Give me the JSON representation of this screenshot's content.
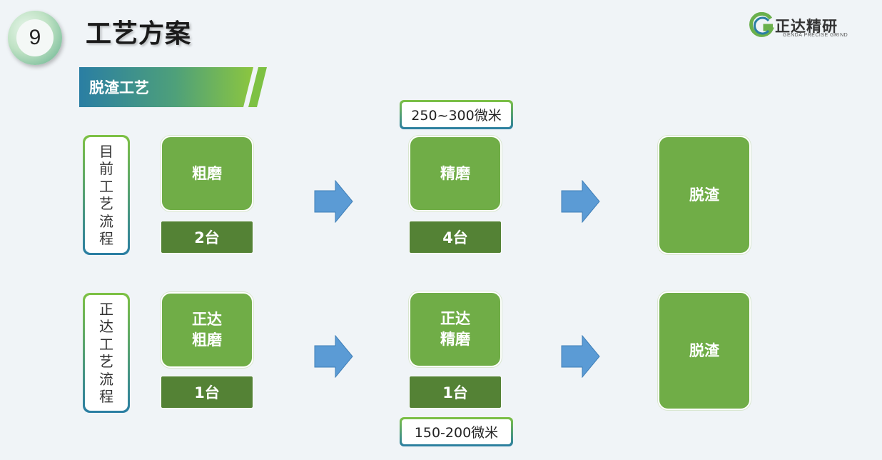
{
  "slide": {
    "number": "9",
    "title": "工艺方案"
  },
  "logo": {
    "name": "正达精研",
    "subtitle": "GENDA PRECISE GRIND",
    "colors": {
      "green": "#6ab04c",
      "blue": "#2a7ea3"
    }
  },
  "section": {
    "title": "脱渣工艺"
  },
  "rows": [
    {
      "label": "目前工艺流程",
      "coarse": {
        "name": "粗磨",
        "count": "2台"
      },
      "fine": {
        "name": "精磨",
        "count": "4台",
        "spec": "250~300微米"
      },
      "final": {
        "name": "脱渣"
      }
    },
    {
      "label": "正达工艺流程",
      "coarse": {
        "name": "正达\n粗磨",
        "count": "1台"
      },
      "fine": {
        "name": "正达\n精磨",
        "count": "1台",
        "spec": "150-200微米"
      },
      "final": {
        "name": "脱渣"
      }
    }
  ],
  "colors": {
    "process_fill": "#70ad47",
    "count_fill": "#548235",
    "arrow_fill": "#5b9bd5"
  }
}
